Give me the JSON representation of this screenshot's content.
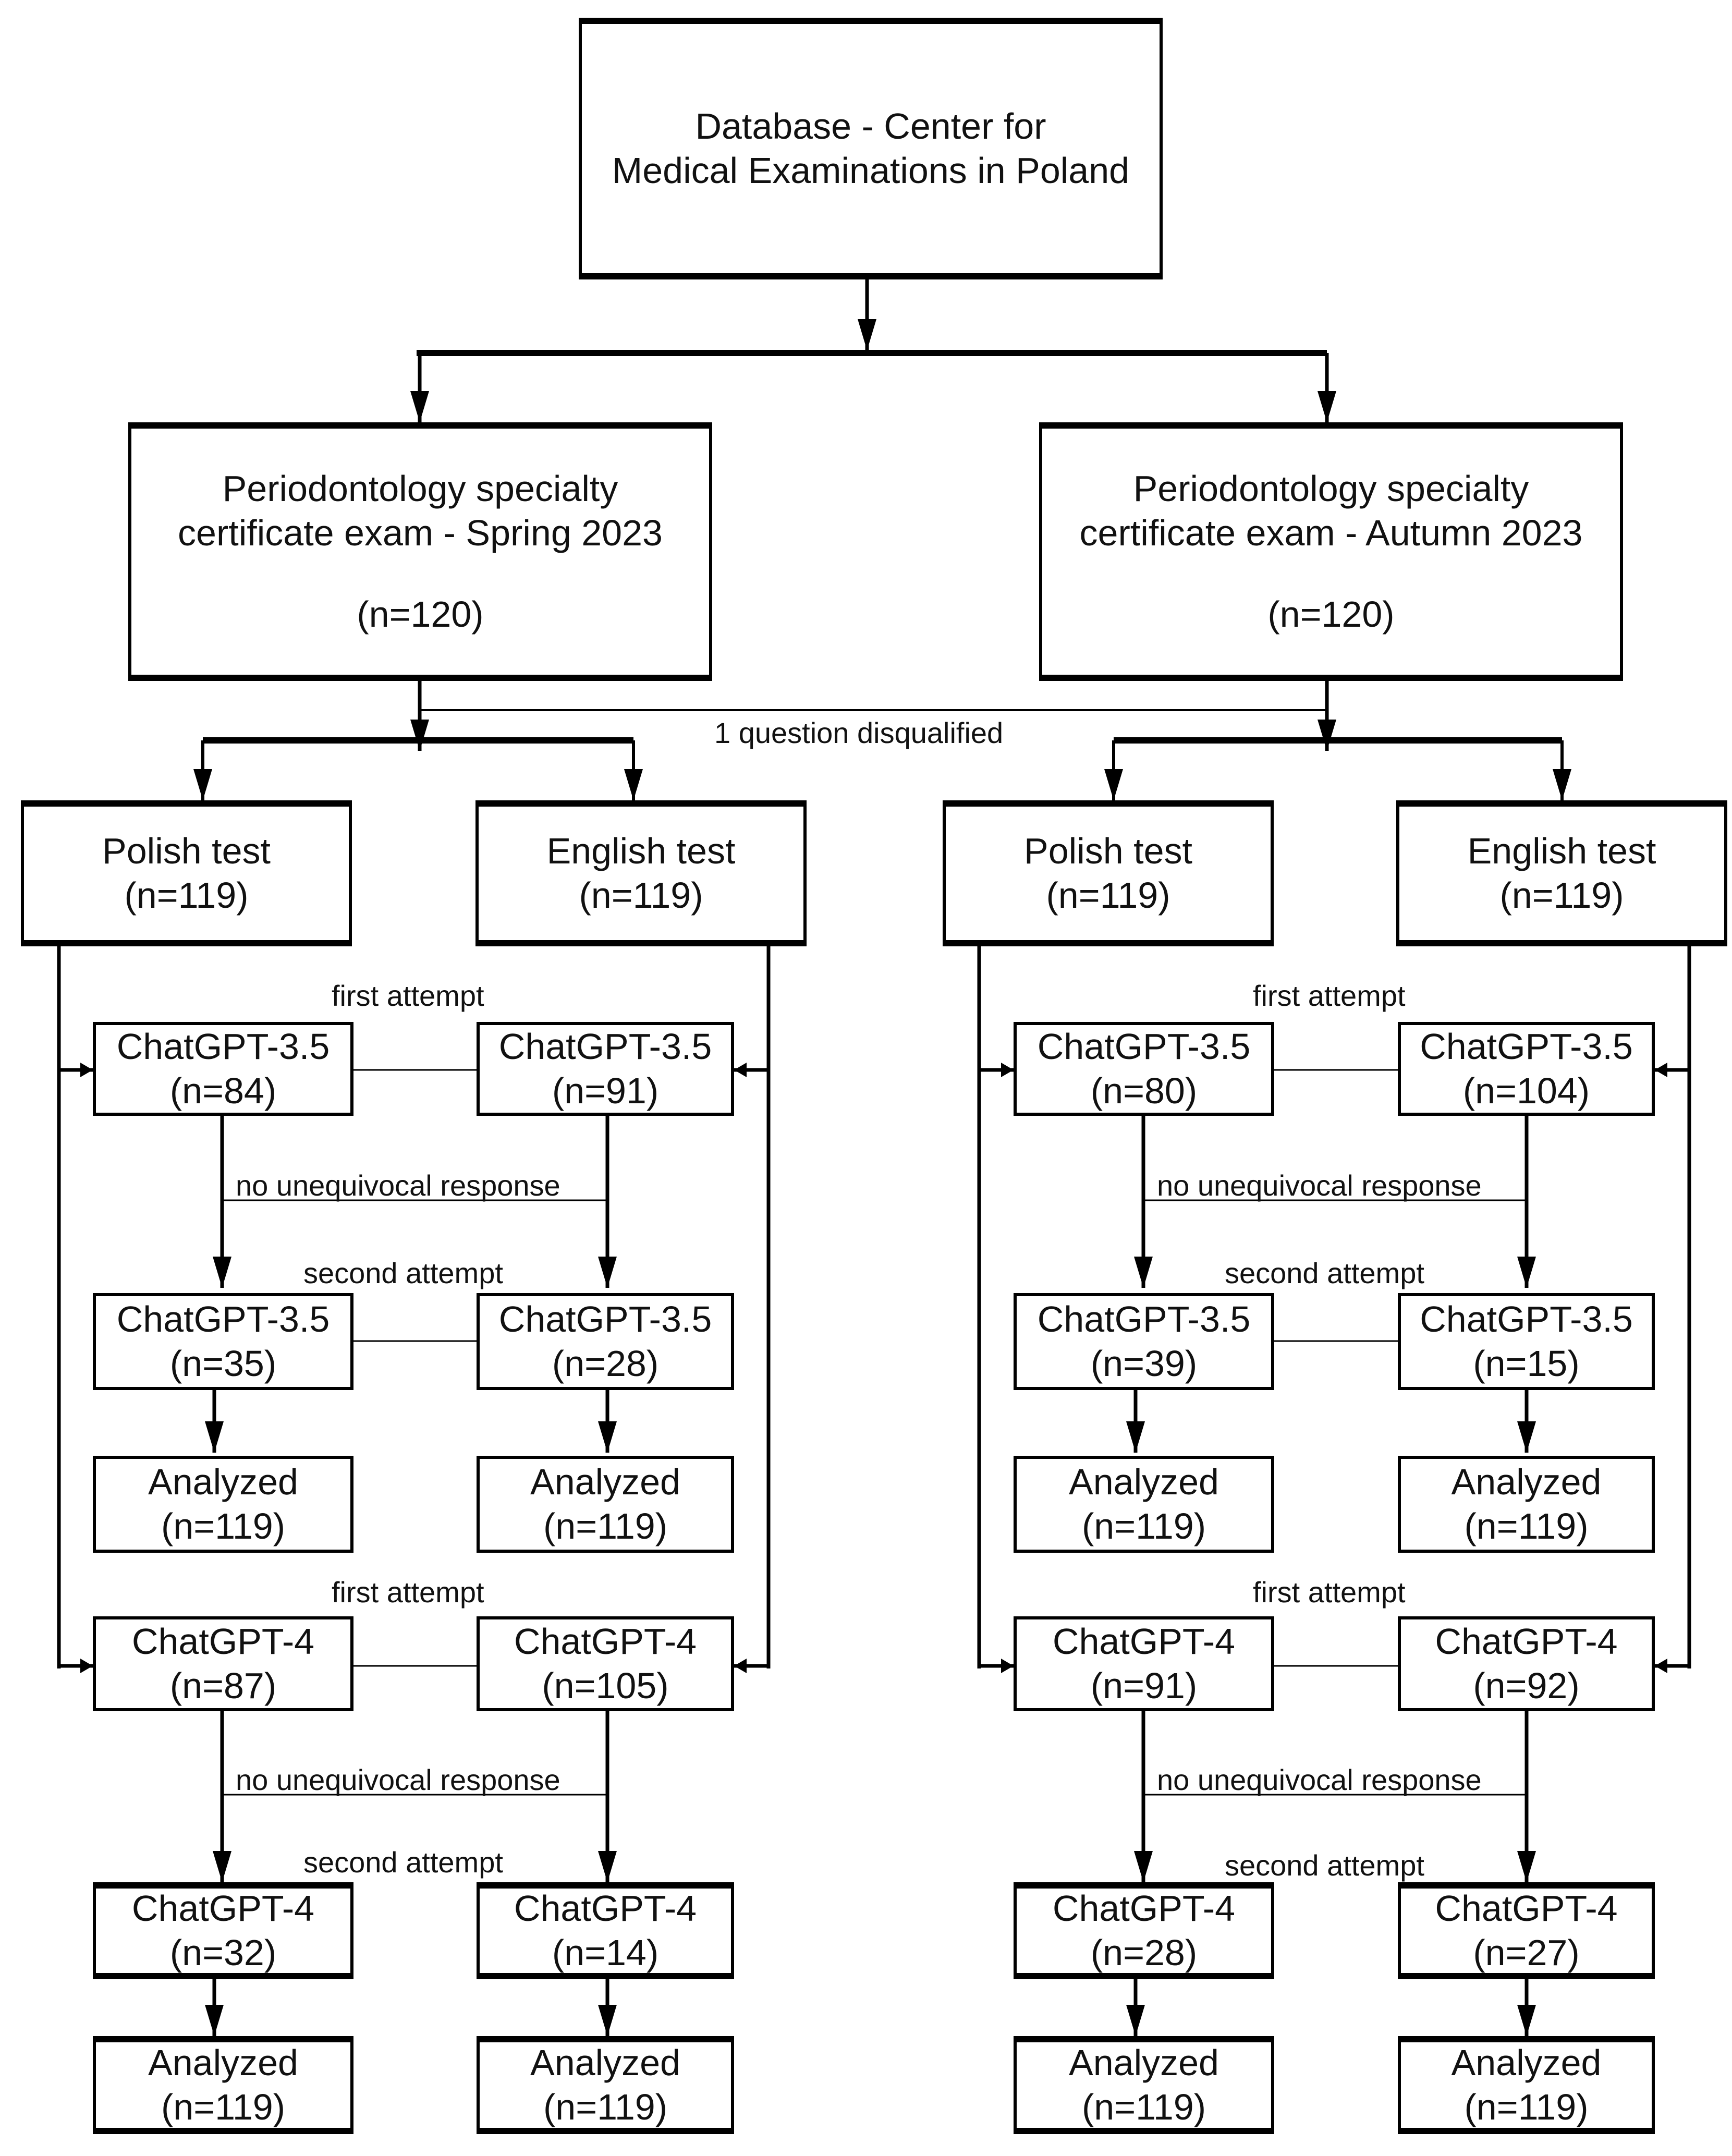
{
  "diagram": {
    "title_node": {
      "line1": "Database - Center for",
      "line2": "Medical Examinations in Poland"
    },
    "exams": [
      {
        "line1": "Periodontology specialty",
        "line2": "certificate exam - Spring 2023",
        "n": "(n=120)"
      },
      {
        "line1": "Periodontology specialty",
        "line2": "certificate exam - Autumn 2023",
        "n": "(n=120)"
      }
    ],
    "disqualified_label": "1 question disqualified",
    "tests": [
      {
        "label": "Polish test",
        "n": "(n=119)"
      },
      {
        "label": "English test",
        "n": "(n=119)"
      },
      {
        "label": "Polish test",
        "n": "(n=119)"
      },
      {
        "label": "English test",
        "n": "(n=119)"
      }
    ],
    "edge_labels": {
      "first_attempt": "first attempt",
      "second_attempt": "second attempt",
      "no_response": "no unequivocal response"
    },
    "analyzed_label": "Analyzed",
    "analyzed_n": "(n=119)",
    "models": {
      "gpt35": "ChatGPT-3.5",
      "gpt4": "ChatGPT-4"
    },
    "columns": [
      {
        "group": "spring",
        "lang": "polish",
        "gpt35_first": "(n=84)",
        "gpt35_second": "(n=35)",
        "gpt35_analyzed": "(n=119)",
        "gpt4_first": "(n=87)",
        "gpt4_second": "(n=32)",
        "gpt4_analyzed": "(n=119)"
      },
      {
        "group": "spring",
        "lang": "english",
        "gpt35_first": "(n=91)",
        "gpt35_second": "(n=28)",
        "gpt35_analyzed": "(n=119)",
        "gpt4_first": "(n=105)",
        "gpt4_second": "(n=14)",
        "gpt4_analyzed": "(n=119)"
      },
      {
        "group": "autumn",
        "lang": "polish",
        "gpt35_first": "(n=80)",
        "gpt35_second": "(n=39)",
        "gpt35_analyzed": "(n=119)",
        "gpt4_first": "(n=91)",
        "gpt4_second": "(n=28)",
        "gpt4_analyzed": "(n=119)"
      },
      {
        "group": "autumn",
        "lang": "english",
        "gpt35_first": "(n=104)",
        "gpt35_second": "(n=15)",
        "gpt35_analyzed": "(n=119)",
        "gpt4_first": "(n=92)",
        "gpt4_second": "(n=27)",
        "gpt4_analyzed": "(n=119)"
      }
    ],
    "colors": {
      "stroke": "#000000",
      "background": "#ffffff",
      "text": "#111111"
    }
  }
}
